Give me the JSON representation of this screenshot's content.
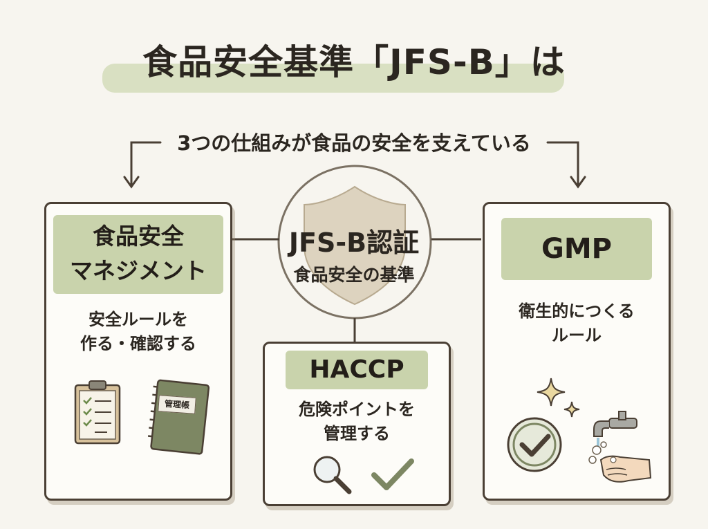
{
  "title": "食品安全基準「JFS-B」は",
  "subtitle": "3つの仕組みが食品の安全を支えている",
  "center": {
    "title": "JFS-B認証",
    "subtitle": "食品安全の基準"
  },
  "cards": {
    "left": {
      "heading_line1": "食品安全",
      "heading_line2": "マネジメント",
      "text_line1": "安全ルールを",
      "text_line2": "作る・確認する",
      "notebook_label": "管理帳"
    },
    "middle": {
      "heading": "HACCP",
      "text_line1": "危険ポイントを",
      "text_line2": "管理する"
    },
    "right": {
      "heading": "GMP",
      "text_line1": "衛生的につくる",
      "text_line2": "ルール"
    }
  },
  "colors": {
    "background": "#f7f5ef",
    "accent_green": "#c9d3ac",
    "line": "#4a3f34",
    "shield": "#ddd3bf"
  },
  "icons": [
    "clipboard-icon",
    "notebook-icon",
    "magnifier-icon",
    "check-icon",
    "sparkle-icon",
    "check-circle-icon",
    "faucet-icon",
    "hands-icon",
    "shield-icon"
  ]
}
